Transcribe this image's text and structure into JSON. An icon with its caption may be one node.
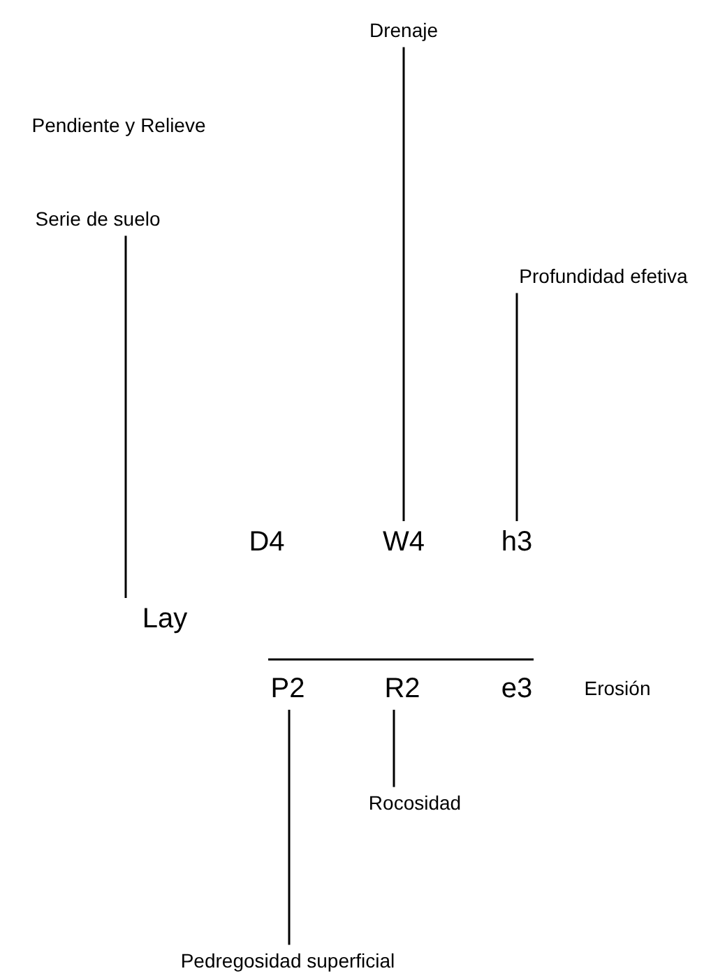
{
  "diagram": {
    "nodes": [
      {
        "text": [
          "Serie de suelo"
        ]
      },
      {
        "text": [
          "Drenaje"
        ]
      },
      {
        "text": [
          "Profundidad efetiva"
        ]
      },
      {
        "text": [
          "Lay"
        ]
      },
      {
        "text": [
          "D4"
        ]
      },
      {
        "text": [
          "W4"
        ]
      },
      {
        "text": [
          "h3"
        ]
      },
      {
        "text": [
          "P2"
        ]
      },
      {
        "text": [
          "R2"
        ]
      },
      {
        "text": [
          "e3"
        ]
      },
      {
        "text": [
          "Rocosidad"
        ]
      },
      {
        "text": [
          "Pedregosidad superficial"
        ]
      }
    ],
    "edges": [
      {
        "from": 0,
        "to": 3,
        "arrow": "none"
      },
      {
        "from": 1,
        "to": 5,
        "arrow": "none"
      },
      {
        "from": 2,
        "to": 6,
        "arrow": "none"
      },
      {
        "from": 10,
        "to": 8,
        "arrow": "none"
      },
      {
        "from": 11,
        "to": 7,
        "arrow": "none"
      }
    ],
    "labels": [
      "Pendiente y Relieve",
      "Erosión"
    ]
  }
}
